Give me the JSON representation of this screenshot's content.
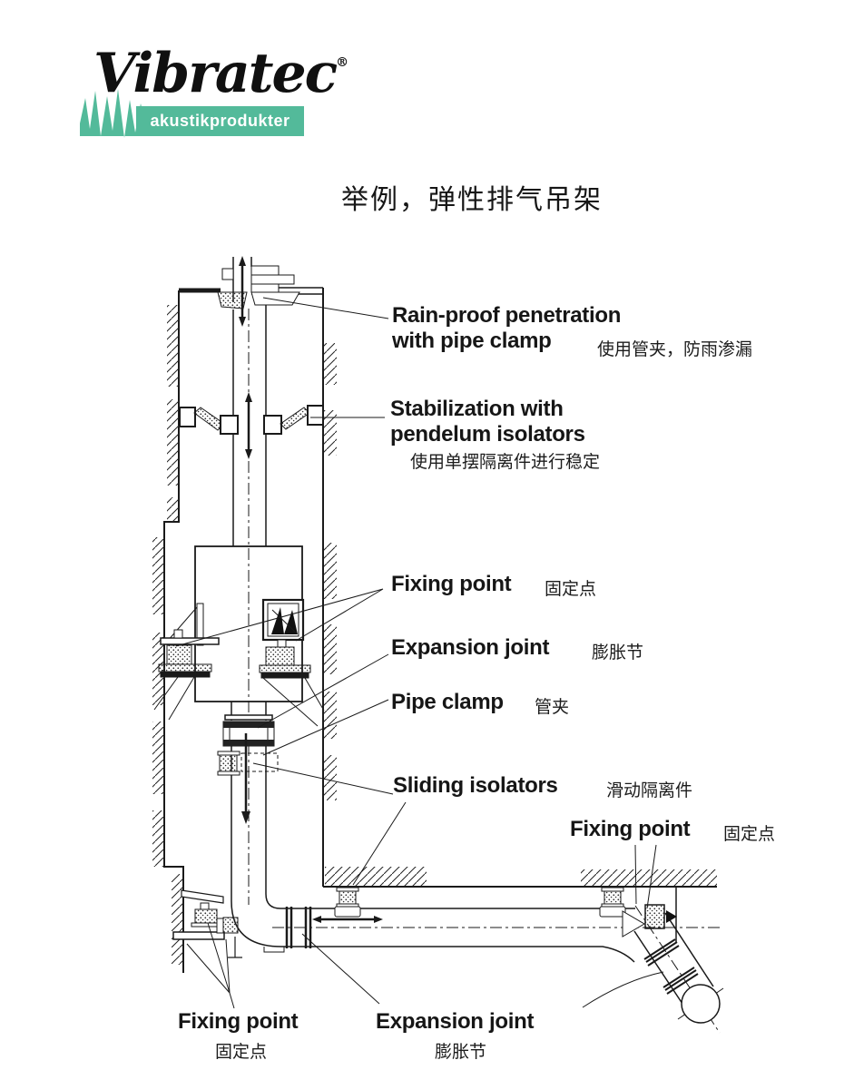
{
  "logo": {
    "brand": "Vibratec",
    "registered": "®",
    "tagline": "akustikprodukter"
  },
  "title": "举例，弹性排气吊架",
  "labels": {
    "rainproof": {
      "en_line1": "Rain-proof penetration",
      "en_line2": "with pipe clamp",
      "zh": "使用管夹，防雨渗漏"
    },
    "stabilization": {
      "en_line1": "Stabilization with",
      "en_line2": "pendelum isolators",
      "zh": "使用单摆隔离件进行稳定"
    },
    "fixing_mid": {
      "en": "Fixing point",
      "zh": "固定点"
    },
    "expansion_mid": {
      "en": "Expansion joint",
      "zh": "膨胀节"
    },
    "pipe_clamp": {
      "en": "Pipe clamp",
      "zh": "管夹"
    },
    "sliding": {
      "en": "Sliding isolators",
      "zh": "滑动隔离件"
    },
    "fixing_right": {
      "en": "Fixing point",
      "zh": "固定点"
    },
    "fixing_bottom": {
      "en": "Fixing point",
      "zh": "固定点"
    },
    "expansion_bottom": {
      "en": "Expansion joint",
      "zh": "膨胀节"
    }
  },
  "colors": {
    "accent_green": "#53ba9a",
    "line": "#1a1a1a"
  }
}
